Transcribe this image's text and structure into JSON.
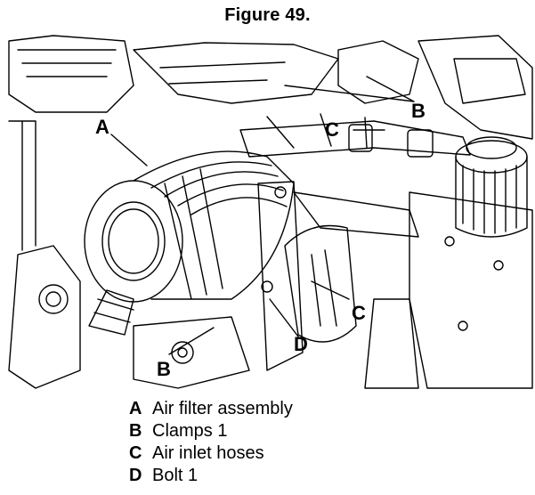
{
  "figure": {
    "title": "Figure 49."
  },
  "callouts": {
    "A": "A",
    "B_top": "B",
    "B_bottom": "B",
    "C_top": "C",
    "C_right": "C",
    "D": "D"
  },
  "legend": [
    {
      "key": "A",
      "text": "Air filter assembly"
    },
    {
      "key": "B",
      "text": "Clamps 1"
    },
    {
      "key": "C",
      "text": "Air inlet hoses"
    },
    {
      "key": "D",
      "text": "Bolt 1"
    }
  ]
}
